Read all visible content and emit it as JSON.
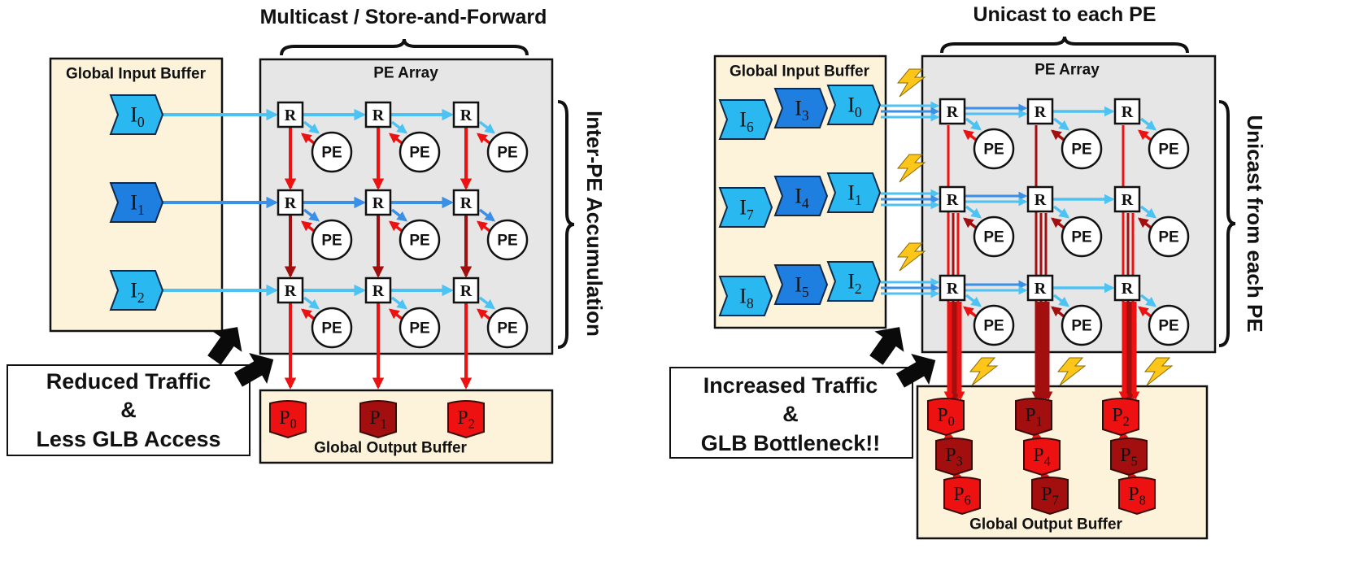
{
  "left": {
    "title": "Multicast / Store-and-Forward",
    "input_buffer_label": "Global Input Buffer",
    "pe_array_label": "PE Array",
    "output_buffer_label": "Global Output Buffer",
    "side_label": "Inter-PE Accumulation",
    "inputs": [
      "I0",
      "I1",
      "I2"
    ],
    "outputs": [
      "P0",
      "P1",
      "P2"
    ],
    "note": [
      "Reduced Traffic",
      "&",
      "Less GLB Access"
    ]
  },
  "right": {
    "title": "Unicast to each PE",
    "input_buffer_label": "Global Input Buffer",
    "pe_array_label": "PE Array",
    "output_buffer_label": "Global Output Buffer",
    "side_label": "Unicast from each PE",
    "inputs": [
      [
        "I6",
        "I3",
        "I0"
      ],
      [
        "I7",
        "I4",
        "I1"
      ],
      [
        "I8",
        "I5",
        "I2"
      ]
    ],
    "outputs": [
      [
        "P0",
        "P1",
        "P2"
      ],
      [
        "P3",
        "P4",
        "P5"
      ],
      [
        "P6",
        "P7",
        "P8"
      ]
    ],
    "note": [
      "Increased Traffic",
      "&",
      "GLB Bottleneck!!"
    ]
  },
  "router_label": "R",
  "pe_label": "PE",
  "colors": {
    "buffer_fill": "#fdf2da",
    "array_fill": "#e6e6e6",
    "input_light": "#29b8ef",
    "input_dark": "#1f7fe0",
    "arrow_light": "#4cc3f2",
    "arrow_dark": "#3a8fe6",
    "red": "#ee1111",
    "dark_red": "#a30f0f",
    "bolt": "#ffc61a"
  }
}
